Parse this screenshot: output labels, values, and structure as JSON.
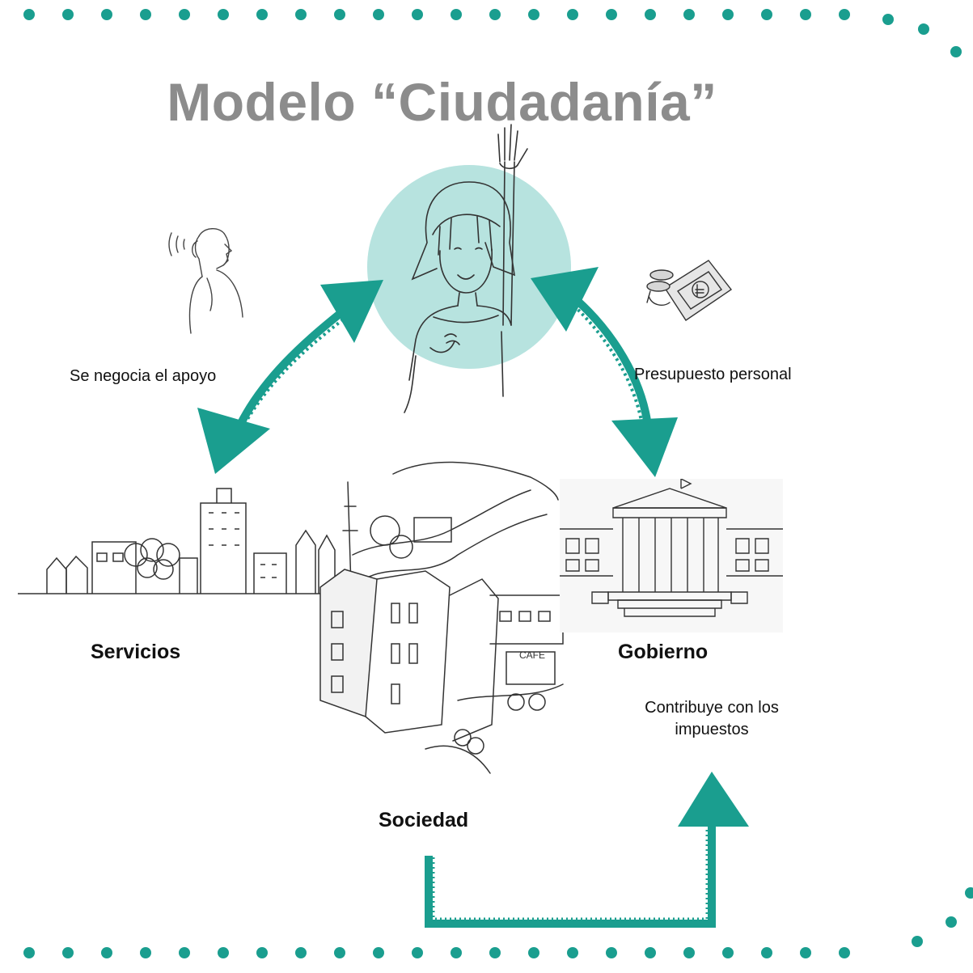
{
  "title": "Modelo “Ciudadanía”",
  "labels": {
    "negotiation": "Se negocia el apoyo",
    "budget": "Presupuesto personal",
    "services": "Servicios",
    "government": "Gobierno",
    "society": "Sociedad",
    "taxes_line1": "Contribuye con los",
    "taxes_line2": "impuestos"
  },
  "colors": {
    "accent": "#1a9e8f",
    "circle": "#b7e3df",
    "title": "#8c8c8c",
    "ink": "#333333"
  },
  "icons": {
    "citizen": "waving-woman-illustration",
    "listener": "person-listening-illustration",
    "money": "money-hand-illustration",
    "services": "city-buildings-illustration",
    "society": "city-aerial-illustration",
    "government": "government-building-illustration"
  }
}
